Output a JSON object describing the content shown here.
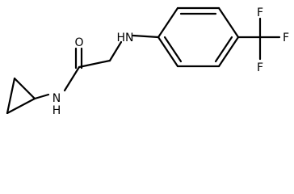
{
  "molecule": {
    "atoms": {
      "o": "O",
      "nh_amide": "N",
      "h_amide": "H",
      "hn_amine": "HN",
      "f1": "F",
      "f2": "F",
      "f3": "F"
    }
  },
  "colors": {
    "bond": "#000000",
    "label": "#000000",
    "background": "#ffffff"
  }
}
